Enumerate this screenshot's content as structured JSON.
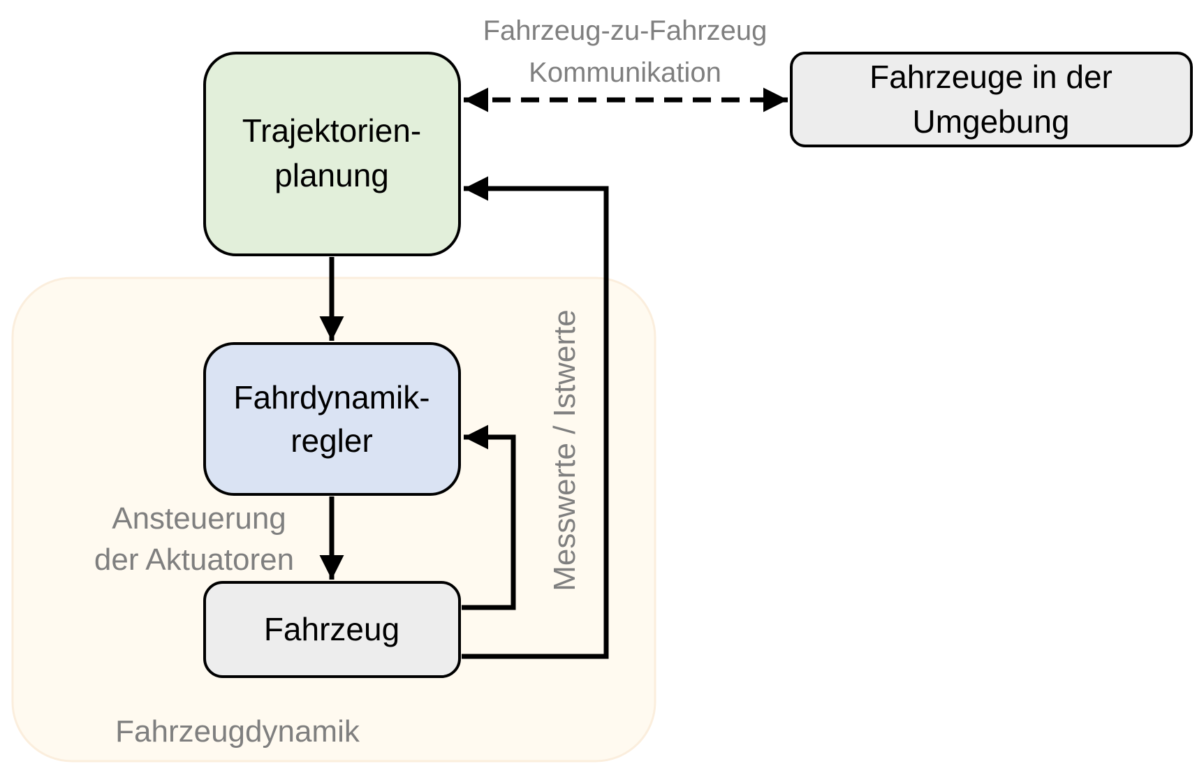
{
  "group": {
    "label": "Fahrzeugdynamik",
    "fill": "#fffaf0",
    "stroke": "#fbeedd"
  },
  "nodes": {
    "trajectory": {
      "line1": "Trajektorien-",
      "line2": "planung",
      "fill": "#e2efda"
    },
    "controller": {
      "line1": "Fahrdynamik-",
      "line2": "regler",
      "fill": "#dae3f3"
    },
    "vehicle": {
      "line1": "Fahrzeug",
      "fill": "#ededed"
    },
    "surrounding": {
      "line1": "Fahrzeuge in der",
      "line2": "Umgebung",
      "fill": "#ededed"
    }
  },
  "edges": {
    "v2v": {
      "line1": "Fahrzeug-zu-Fahrzeug",
      "line2": "Kommunikation",
      "style": "dashed"
    },
    "actuation": {
      "line1": "Ansteuerung",
      "line2": "der Aktuatoren"
    },
    "measurements": {
      "label": "Messwerte / Istwerte"
    }
  },
  "colors": {
    "border": "#000000",
    "annotation": "#7f7f7f"
  }
}
